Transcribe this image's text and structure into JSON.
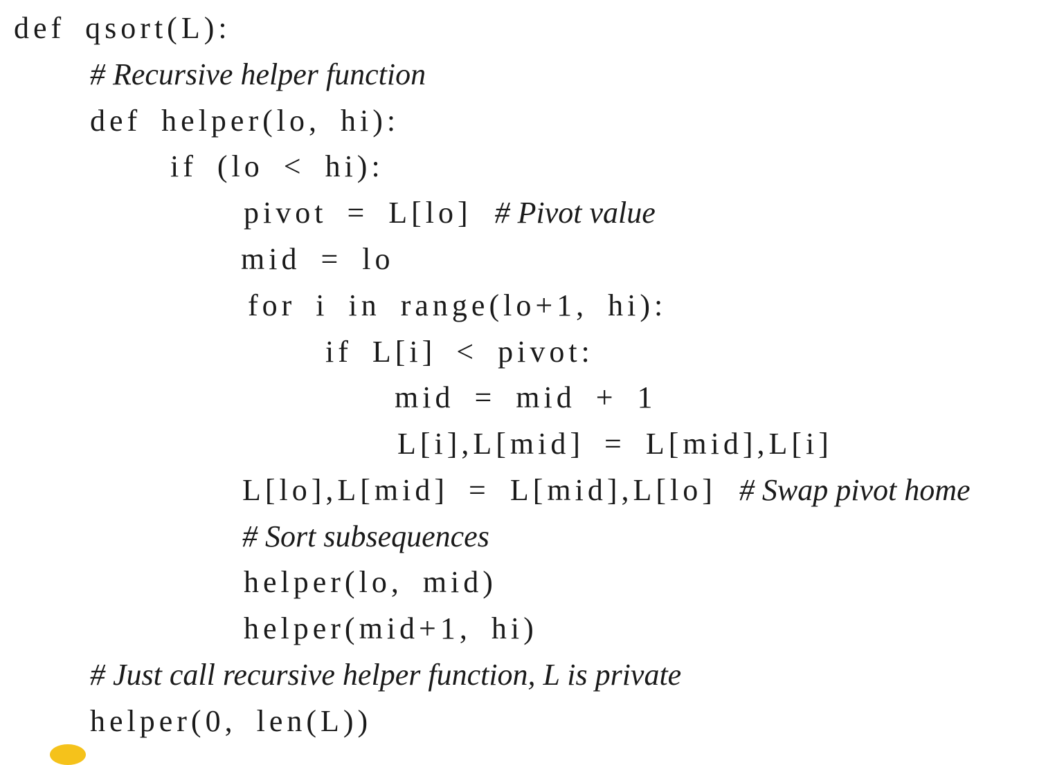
{
  "lines": [
    {
      "code": "def qsort(L):",
      "comment": ""
    },
    {
      "code": "",
      "comment": "# Recursive helper function"
    },
    {
      "code": "def helper(lo, hi):",
      "comment": ""
    },
    {
      "code": "if (lo < hi):",
      "comment": ""
    },
    {
      "code": "pivot = L[lo]",
      "comment": "# Pivot value"
    },
    {
      "code": "mid = lo",
      "comment": ""
    },
    {
      "code": "for i in range(lo+1, hi):",
      "comment": ""
    },
    {
      "code": "if L[i] < pivot:",
      "comment": ""
    },
    {
      "code": "mid = mid + 1",
      "comment": ""
    },
    {
      "code": "L[i],L[mid] = L[mid],L[i]",
      "comment": ""
    },
    {
      "code": "L[lo],L[mid] = L[mid],L[lo]",
      "comment": "# Swap pivot home"
    },
    {
      "code": "",
      "comment": "# Sort subsequences"
    },
    {
      "code": "helper(lo, mid)",
      "comment": ""
    },
    {
      "code": "helper(mid+1, hi)",
      "comment": ""
    },
    {
      "code": "",
      "comment": "# Just call recursive helper function, L is private"
    },
    {
      "code": "helper(0, len(L))",
      "comment": ""
    }
  ]
}
